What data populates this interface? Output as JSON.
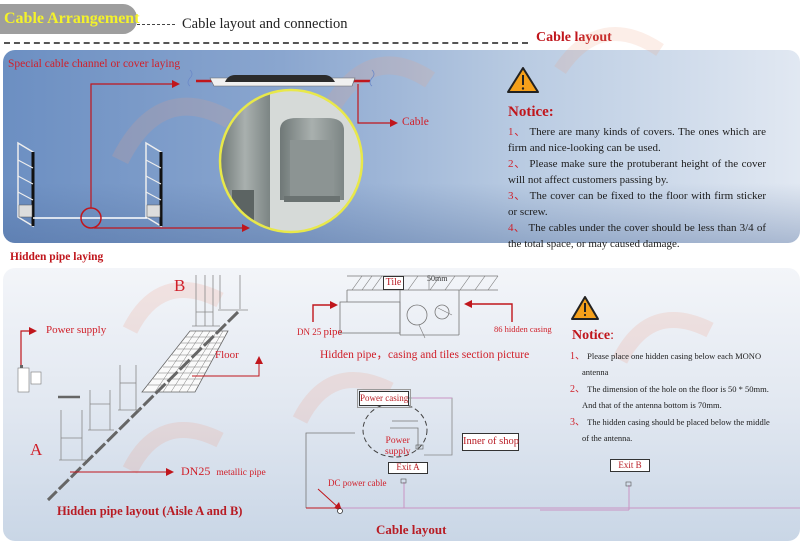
{
  "header": {
    "title": "Cable Arrangement",
    "dots": "---------",
    "subtitle": "Cable layout and connection"
  },
  "section1": {
    "title": "Cable layout",
    "labels": {
      "channel": "Special cable channel or cover laying",
      "cable": "Cable"
    },
    "notice": {
      "title": "Notice:",
      "items": [
        {
          "num": "1、",
          "text": "There are many kinds of covers. The ones which are firm and nice-looking can be used."
        },
        {
          "num": "2、",
          "text": "Please make sure the protuberant height of the cover will not affect customers passing by."
        },
        {
          "num": "3、",
          "text": "The cover can be fixed to the floor with firm sticker or screw."
        },
        {
          "num": "4、",
          "text": "The cables under the cover should be less than 3/4 of the total space, or may caused damage."
        }
      ]
    }
  },
  "section2": {
    "title": "Hidden pipe laying",
    "pipe_layout": {
      "label_b": "B",
      "label_a": "A",
      "power_supply": "Power supply",
      "floor": "Floor",
      "pipe_dn": "DN25",
      "pipe_text": "metallic pipe",
      "caption": "Hidden pipe layout (Aisle A and B)"
    },
    "section_picture": {
      "tile": "Tile",
      "size": "50mm",
      "dn_pipe_prefix": "DN 25",
      "dn_pipe_word": "pipe",
      "casing": "86  hidden casing",
      "caption": "Hidden pipe，casing and tiles section picture"
    },
    "cable_layout": {
      "power_casing": "Power casing",
      "power_supply_l1": "Power",
      "power_supply_l2": "supply",
      "inner_shop": "Inner of shop",
      "exit_a": "Exit A",
      "exit_b": "Exit B",
      "dc_cable": "DC power cable",
      "caption": "Cable layout"
    },
    "notice": {
      "title": "Notice",
      "colon": ":",
      "items": [
        {
          "num": "1、",
          "text": "Please place one hidden casing below each MONO",
          "cont": "antenna"
        },
        {
          "num": "2、",
          "text": "The dimension of the hole on the floor is 50 * 50mm.",
          "cont": "And that of the antenna bottom is 70mm."
        },
        {
          "num": "3、",
          "text": "The hidden casing should be placed below the middle",
          "cont": "of the antenna."
        }
      ]
    }
  },
  "colors": {
    "accent_red": "#c0161c",
    "header_yellow": "#f4f22a",
    "header_gray": "#9e9e9e",
    "warning_orange": "#f5a01a"
  }
}
